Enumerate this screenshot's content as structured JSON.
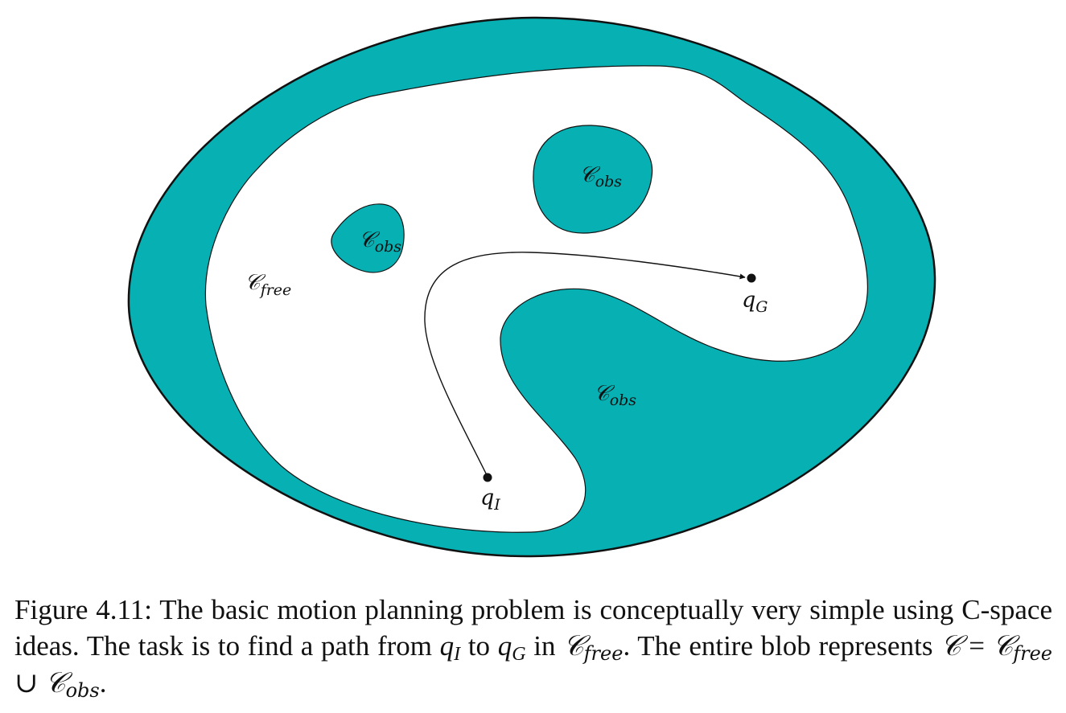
{
  "figure": {
    "colors": {
      "obstacle_fill": "#07B0B3",
      "free_fill": "#ffffff",
      "outline": "#111111"
    },
    "labels": {
      "obs_top": {
        "main": "𝒞",
        "sub": "obs"
      },
      "obs_left": {
        "main": "𝒞",
        "sub": "obs"
      },
      "obs_bottom": {
        "main": "𝒞",
        "sub": "obs"
      },
      "free": {
        "main": "𝒞",
        "sub": "free"
      },
      "q_init": {
        "main": "q",
        "sub": "I"
      },
      "q_goal": {
        "main": "q",
        "sub": "G"
      }
    }
  },
  "caption": {
    "prefix": "Figure 4.11: The basic motion planning problem is conceptually very simple using C-space ideas. The task is to find a path from ",
    "q_i": "q",
    "q_i_sub": "I",
    "to": " to ",
    "q_g": "q",
    "q_g_sub": "G",
    "in": " in ",
    "cfree": "𝒞",
    "cfree_sub": "free",
    "mid": ". The entire blob represents ",
    "c": "𝒞",
    "eq": " = ",
    "c2": "𝒞",
    "c2_sub": "free",
    "union": " ∪ ",
    "c3": "𝒞",
    "c3_sub": "obs",
    "end": "."
  }
}
